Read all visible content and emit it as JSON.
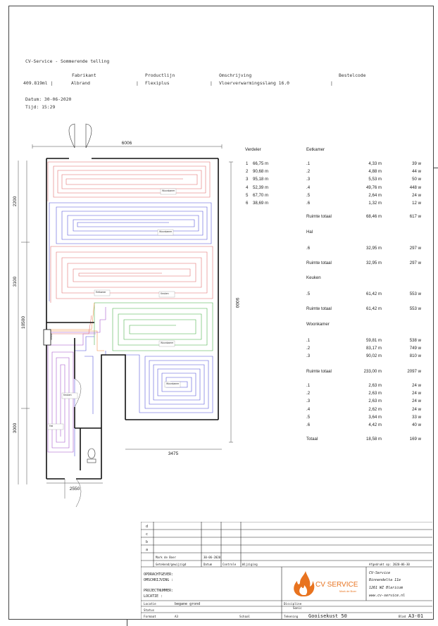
{
  "header": {
    "title": "CV-Service - Sommerende telling",
    "columns": [
      "Fabrikant",
      "Productlijn",
      "Omschrijving",
      "Bestelcode"
    ],
    "row": [
      "409.819ml |",
      "Albrand",
      "|",
      "Flexiplus",
      "|",
      "Vloerverwarmingsslang 16.0",
      "|"
    ],
    "date_label": "Datum: 30-06-2020",
    "time_label": "Tijd: 15:29"
  },
  "plan_dimensions": {
    "top_width": "6006",
    "left_upper": "2200",
    "left_middle": "3100",
    "left_total": "10500",
    "left_lower": "3000",
    "right_height": "9000",
    "bottom_right": "3475",
    "bottom_left": "2550"
  },
  "room_labels": {
    "r1": "Woonkamer",
    "r2": "Woonkamer",
    "r3": "Eetkamer",
    "r4": "Keuken",
    "r5": "Woonkamer",
    "r6": "Woonkamer",
    "r7": "Keuken",
    "r8": "Hal",
    "manifold": "Verdeler"
  },
  "distributor_table": {
    "header": "Verdeler",
    "rows": [
      {
        "n": "1",
        "len": "66,75 m"
      },
      {
        "n": "2",
        "len": "90,68 m"
      },
      {
        "n": "3",
        "len": "95,18 m"
      },
      {
        "n": "4",
        "len": "52,39 m"
      },
      {
        "n": "5",
        "len": "67,70 m"
      },
      {
        "n": "6",
        "len": "38,69 m"
      }
    ]
  },
  "rooms_table": [
    {
      "name": "Eetkamer",
      "rows": [
        {
          "c": ".1",
          "len": "4,33 m",
          "pow": "39 w"
        },
        {
          "c": ".2",
          "len": "4,88 m",
          "pow": "44 w"
        },
        {
          "c": ".3",
          "len": "5,53 m",
          "pow": "50 w"
        },
        {
          "c": ".4",
          "len": "49,76 m",
          "pow": "448 w"
        },
        {
          "c": ".5",
          "len": "2,64 m",
          "pow": "24 w"
        },
        {
          "c": ".6",
          "len": "1,32 m",
          "pow": "12 w"
        }
      ],
      "total_label": "Ruimte totaal",
      "total_len": "68,46 m",
      "total_pow": "617 w"
    },
    {
      "name": "Hal",
      "rows": [
        {
          "c": ".6",
          "len": "32,95 m",
          "pow": "297 w"
        }
      ],
      "total_label": "Ruimte totaal",
      "total_len": "32,95 m",
      "total_pow": "297 w"
    },
    {
      "name": "Keuken",
      "rows": [
        {
          "c": ".5",
          "len": "61,42 m",
          "pow": "553 w"
        }
      ],
      "total_label": "Ruimte totaal",
      "total_len": "61,42 m",
      "total_pow": "553 w"
    },
    {
      "name": "Woonkamer",
      "rows": [
        {
          "c": ".1",
          "len": "59,81 m",
          "pow": "538 w"
        },
        {
          "c": ".2",
          "len": "83,17 m",
          "pow": "749 w"
        },
        {
          "c": ".3",
          "len": "90,02 m",
          "pow": "810 w"
        }
      ],
      "total_label": "Ruimte totaal",
      "total_len": "233,00 m",
      "total_pow": "2097 w"
    }
  ],
  "extra_table": {
    "rows": [
      {
        "c": ".1",
        "len": "2,63 m",
        "pow": "24 w"
      },
      {
        "c": ".2",
        "len": "2,63 m",
        "pow": "24 w"
      },
      {
        "c": ".3",
        "len": "2,63 m",
        "pow": "24 w"
      },
      {
        "c": ".4",
        "len": "2,62 m",
        "pow": "24 w"
      },
      {
        "c": ".5",
        "len": "3,64 m",
        "pow": "33 w"
      },
      {
        "c": ".6",
        "len": "4,42 m",
        "pow": "40 w"
      }
    ],
    "total_label": "Totaal",
    "total_len": "18,58 m",
    "total_pow": "169 w"
  },
  "title_block": {
    "revisions": [
      "d",
      "c",
      "b",
      "a"
    ],
    "drawn_by": "Mark de Boer",
    "drawn_date": "30-06-2020",
    "rev_headers": [
      "Getekend/gewijzigd",
      "Datum",
      "Controle",
      "Wijziging"
    ],
    "printed_label": "Afgedrukt op: 2020-06-30",
    "client_label": "OPDRACHTGEVER:",
    "description_label": "OMSCHRIJVING   :",
    "project_label": "PROJECTNUMMER:",
    "location_label": "LOCATIE        :",
    "locatie_key": "Locatie",
    "locatie_value": "begane grond",
    "status_key": "Status",
    "formaat_key": "Formaat",
    "formaat_value": "A3",
    "schaal_key": "Schaal",
    "discipline_key": "Discipline",
    "discipline_value": "Sonic",
    "tekening_key": "Tekening",
    "tekening_value": "Gooisekust 50",
    "blad_key": "Blad",
    "blad_value": "A3-01",
    "logo_name": "CV SERVICE",
    "logo_sub": "Mark de Boer",
    "company_lines": [
      "CV-Service",
      "Binnendelta 11e",
      "1261 WZ Blaricum",
      "www.cv-service.nl"
    ]
  },
  "colors": {
    "loop_red": "#e06666",
    "loop_blue": "#4a4ad8",
    "loop_green": "#3fae3f",
    "loop_purple": "#a04ac8",
    "loop_orange": "#f08a3c",
    "wall": "#111111",
    "logo_orange": "#e8731f"
  }
}
